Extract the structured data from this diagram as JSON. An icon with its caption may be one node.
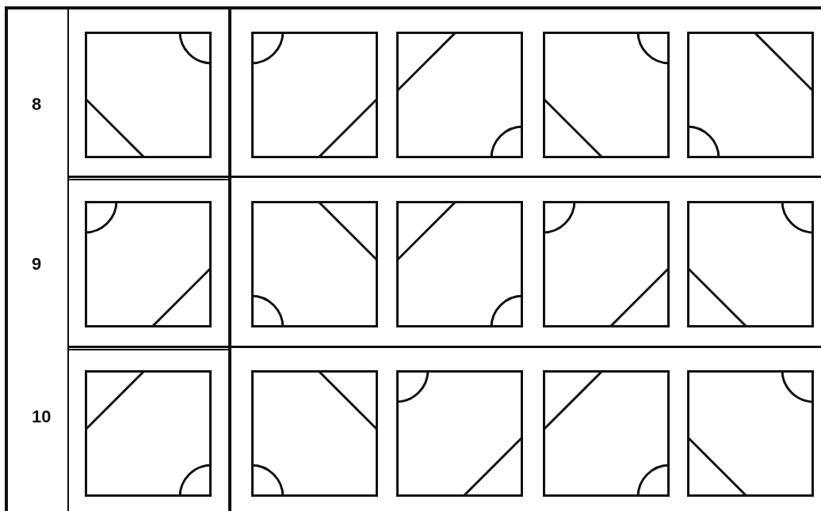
{
  "diagram": {
    "labels": [
      "8",
      "9",
      "10"
    ]
  }
}
